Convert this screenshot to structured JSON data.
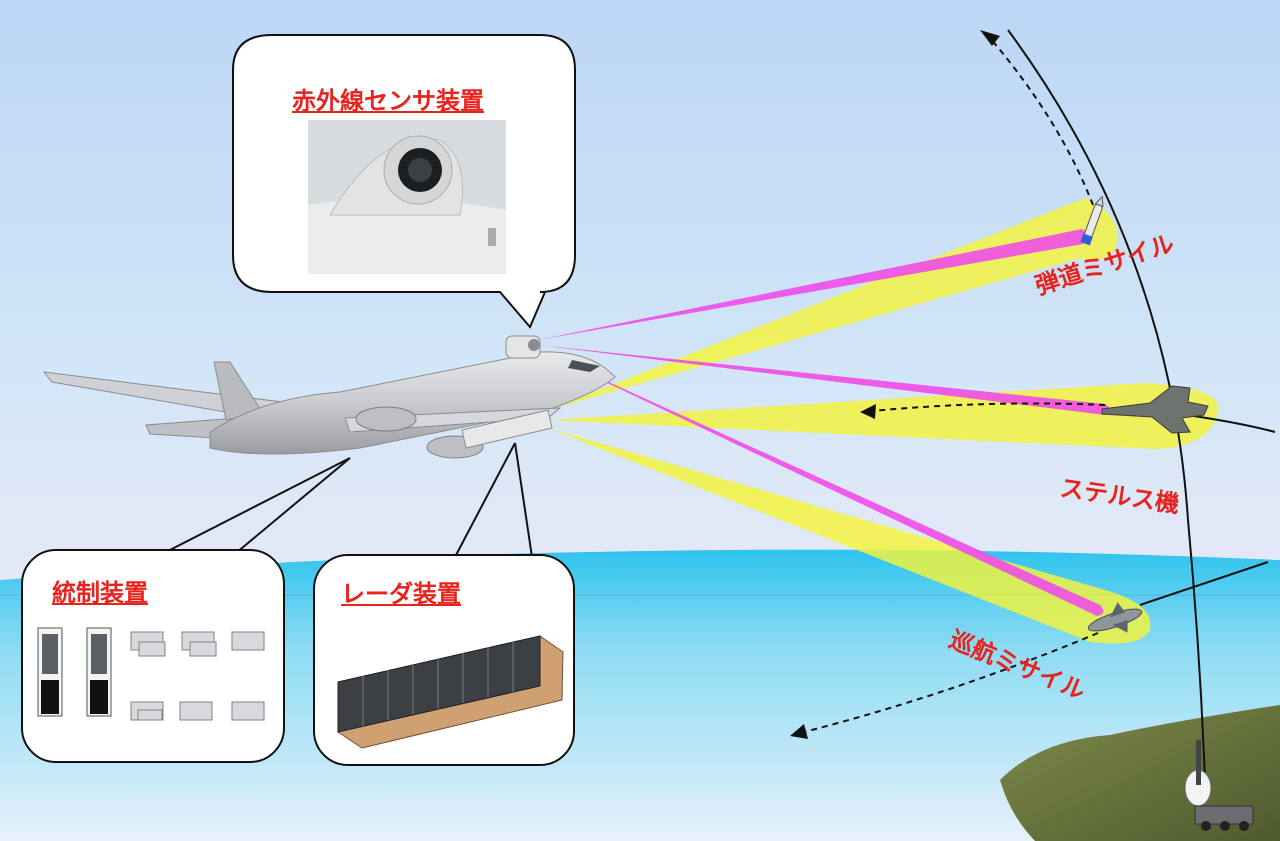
{
  "callouts": {
    "infrared_sensor": "赤外線センサ装置",
    "control_unit": "統制装置",
    "radar_unit": "レーダ装置"
  },
  "targets": {
    "ballistic_missile": "弾道ミサイル",
    "stealth_aircraft": "ステルス機",
    "cruise_missile": "巡航ミサイル"
  },
  "colors": {
    "radar_beam": "#f4f43a",
    "infrared_beam": "#f04ee8",
    "label_red": "#e8231e",
    "sea": "#35c5ee"
  }
}
